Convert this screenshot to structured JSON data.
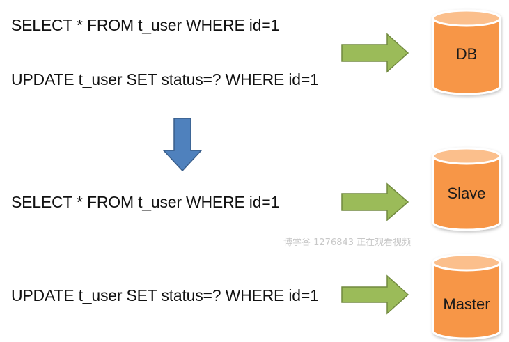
{
  "queries": [
    "SELECT * FROM t_user WHERE id=1",
    "UPDATE t_user SET status=? WHERE id=1",
    "SELECT * FROM t_user WHERE id=1",
    "UPDATE t_user SET status=? WHERE id=1"
  ],
  "databases": [
    "DB",
    "Slave",
    "Master"
  ],
  "watermark": "博学谷 1276843 正在观看视频",
  "colors": {
    "arrow_green": "#9bbb59",
    "arrow_green_stroke": "#71893f",
    "arrow_blue": "#4f81bd",
    "arrow_blue_stroke": "#385d8a",
    "cylinder_body": "#f79646",
    "cylinder_top": "#fbbf8c",
    "cylinder_stroke": "#ffffff"
  }
}
